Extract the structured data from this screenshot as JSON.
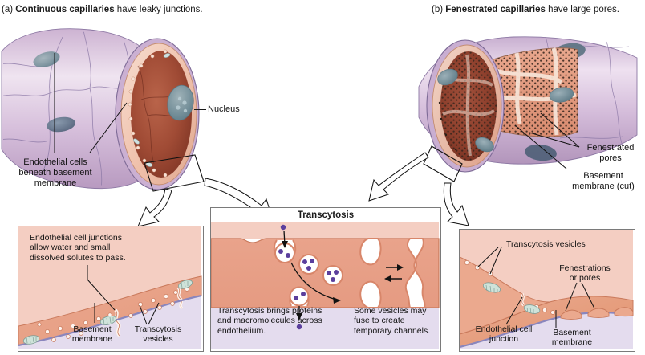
{
  "headers": {
    "a": {
      "prefix": "(a)",
      "bold": "Continuous capillaries",
      "rest": "have leaky junctions."
    },
    "b": {
      "prefix": "(b)",
      "bold": "Fenestrated capillaries",
      "rest": "have large pores."
    }
  },
  "vessel_a": {
    "labels": {
      "nucleus": "Nucleus",
      "endothelial_line1": "Endothelial cells",
      "endothelial_line2": "beneath basement",
      "endothelial_line3": "membrane"
    }
  },
  "vessel_b": {
    "labels": {
      "fenestrated_line1": "Fenestrated",
      "fenestrated_line2": "pores",
      "basement_line1": "Basement",
      "basement_line2": "membrane (cut)"
    }
  },
  "panel_left": {
    "callout_line1": "Endothelial cell junctions",
    "callout_line2": "allow water and small",
    "callout_line3": "dissolved solutes to pass.",
    "basement_line1": "Basement",
    "basement_line2": "membrane",
    "vesicles_line1": "Transcytosis",
    "vesicles_line2": "vesicles"
  },
  "panel_center": {
    "title": "Transcytosis",
    "caption_left_line1": "Transcytosis brings proteins",
    "caption_left_line2": "and macromolecules across",
    "caption_left_line3": "endothelium.",
    "caption_right_line1": "Some vesicles may",
    "caption_right_line2": "fuse to create",
    "caption_right_line3": "temporary channels."
  },
  "panel_right": {
    "vesicles_label": "Transcytosis vesicles",
    "fenestrations_line1": "Fenestrations",
    "fenestrations_line2": "or pores",
    "junction_line1": "Endothelial cell",
    "junction_line2": "junction",
    "basement_line1": "Basement",
    "basement_line2": "membrane"
  },
  "colors": {
    "vessel_outer": "#c9aacd",
    "vessel_outer_light": "#e6d6e8",
    "lumen": "#a8503a",
    "endothelium": "#e8a089",
    "endothelium_light": "#f5cfc2",
    "cytoplasm_top": "#f3c9bd",
    "basement_membrane": "#8a86bd",
    "interstitium": "#e4dced",
    "nucleus": "#7e96a0",
    "protein_dot": "#5b3f9d",
    "pore_speckle": "#3a2b22"
  }
}
